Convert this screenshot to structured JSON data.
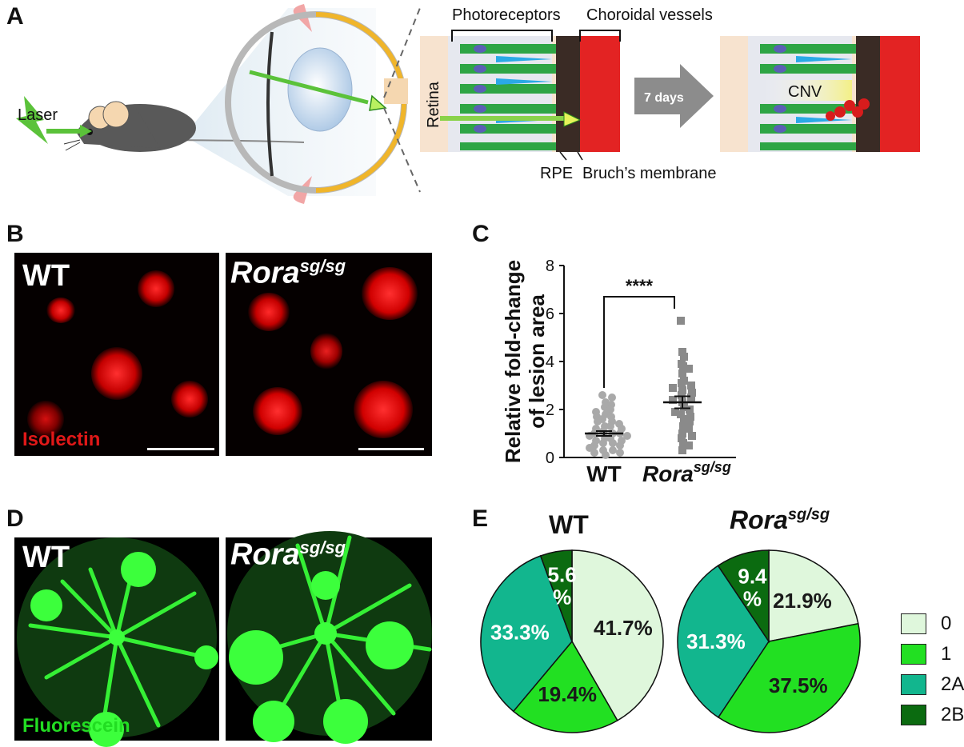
{
  "panels": {
    "a": {
      "letter": "A"
    },
    "b": {
      "letter": "B"
    },
    "c": {
      "letter": "C"
    },
    "d": {
      "letter": "D"
    },
    "e": {
      "letter": "E"
    }
  },
  "schematic": {
    "laser": "Laser",
    "photoreceptors": "Photoreceptors",
    "choroidal_vessels": "Choroidal vessels",
    "retina": "Retina",
    "rpe": "RPE",
    "bruchs": "Bruch’s membrane",
    "arrow": "7 days",
    "cnv": "CNV"
  },
  "panel_b": {
    "wt_label": "WT",
    "mut_label": "Rora",
    "mut_sup": "sg/sg",
    "stain": "Isolectin",
    "stain_color": "#e01818"
  },
  "panel_d": {
    "wt_label": "WT",
    "mut_label": "Rora",
    "mut_sup": "sg/sg",
    "stain": "Fluorescein",
    "stain_color": "#22dd22"
  },
  "chart_data": [
    {
      "type": "scatter",
      "ylabel_line1": "Relative fold-change",
      "ylabel_line2": "of lesion area",
      "ylim": [
        0,
        8
      ],
      "yticks": [
        "0",
        "2",
        "4",
        "6",
        "8"
      ],
      "categories": [
        "WT",
        "Rora"
      ],
      "category_sup": [
        "",
        "sg/sg"
      ],
      "significance": "****",
      "series": [
        {
          "color": "#a9a9a9",
          "marker": "circle",
          "mean": 1.0,
          "sem": 0.1,
          "values": [
            2.6,
            2.5,
            2.3,
            2.2,
            2.1,
            2.0,
            1.9,
            1.8,
            1.7,
            1.7,
            1.6,
            1.5,
            1.5,
            1.4,
            1.3,
            1.3,
            1.2,
            1.2,
            1.1,
            1.0,
            1.0,
            1.0,
            0.9,
            0.9,
            0.8,
            0.8,
            0.7,
            0.7,
            0.6,
            0.6,
            0.5,
            0.5,
            0.4,
            0.3,
            0.3,
            0.2,
            0.2,
            0.1
          ]
        },
        {
          "color": "#8a8a8a",
          "marker": "square",
          "mean": 2.3,
          "sem": 0.25,
          "values": [
            5.7,
            4.4,
            4.2,
            3.9,
            3.8,
            3.7,
            3.5,
            3.2,
            3.1,
            3.0,
            2.9,
            2.8,
            2.7,
            2.6,
            2.5,
            2.4,
            2.3,
            2.1,
            2.0,
            1.9,
            1.8,
            1.7,
            1.6,
            1.5,
            1.3,
            1.2,
            1.0,
            0.9,
            0.8,
            0.6,
            0.5,
            0.3
          ]
        }
      ]
    },
    {
      "type": "pie",
      "title": "WT",
      "title_sup": "",
      "slices": [
        {
          "label": "41.7%",
          "value": 41.7,
          "category": "0"
        },
        {
          "label": "19.4%",
          "value": 19.4,
          "category": "1"
        },
        {
          "label": "33.3%",
          "value": 33.3,
          "category": "2A"
        },
        {
          "label": "5.6\n%",
          "value": 5.6,
          "category": "2B"
        }
      ]
    },
    {
      "type": "pie",
      "title": "Rora",
      "title_sup": "sg/sg",
      "slices": [
        {
          "label": "21.9%",
          "value": 21.9,
          "category": "0"
        },
        {
          "label": "37.5%",
          "value": 37.5,
          "category": "1"
        },
        {
          "label": "31.3%",
          "value": 31.3,
          "category": "2A"
        },
        {
          "label": "9.4\n%",
          "value": 9.4,
          "category": "2B"
        }
      ]
    }
  ],
  "legend": [
    {
      "label": "0",
      "color": "#dff7dc"
    },
    {
      "label": "1",
      "color": "#22e022"
    },
    {
      "label": "2A",
      "color": "#12b68e"
    },
    {
      "label": "2B",
      "color": "#0b6b10"
    }
  ]
}
